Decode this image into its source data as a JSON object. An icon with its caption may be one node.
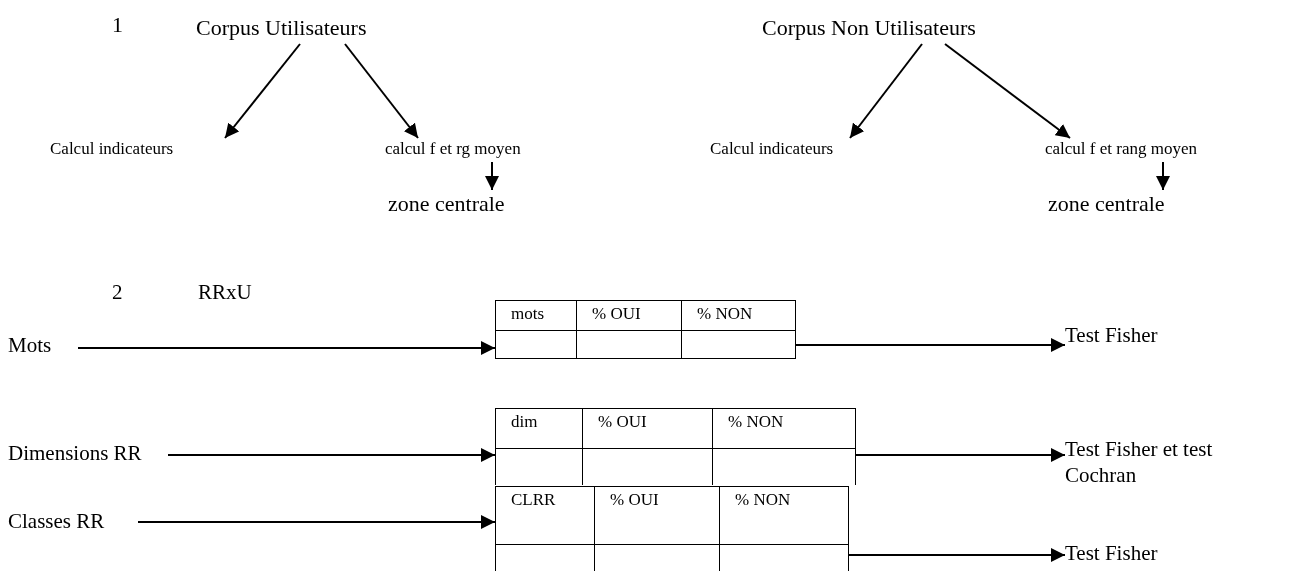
{
  "diagram": {
    "nodes": [
      {
        "text": [
          "Corpus Utilisateurs"
        ]
      },
      {
        "text": [
          "Calcul indicateurs"
        ]
      },
      {
        "text": [
          "calcul f et rg moyen"
        ]
      },
      {
        "text": [
          "zone centrale"
        ]
      },
      {
        "text": [
          "Corpus Non Utilisateurs"
        ]
      },
      {
        "text": [
          "Calcul indicateurs"
        ]
      },
      {
        "text": [
          "calcul f et rang moyen"
        ]
      },
      {
        "text": [
          "zone centrale"
        ]
      },
      {
        "text": [
          "Mots"
        ]
      },
      {
        "text": [
          "mots",
          "% OUI",
          "% NON"
        ]
      },
      {
        "text": [
          "Test Fisher"
        ]
      },
      {
        "text": [
          "Dimensions RR"
        ]
      },
      {
        "text": [
          "dim",
          "% OUI",
          "% NON"
        ]
      },
      {
        "text": [
          "Test Fisher et test Cochran"
        ]
      },
      {
        "text": [
          "Classes RR"
        ]
      },
      {
        "text": [
          "CLRR",
          "% OUI",
          "% NON"
        ]
      },
      {
        "text": [
          "Test Fisher"
        ]
      }
    ],
    "edges": [
      {
        "from": 0,
        "to": 1,
        "arrow": "to"
      },
      {
        "from": 0,
        "to": 2,
        "arrow": "to"
      },
      {
        "from": 2,
        "to": 3,
        "arrow": "to"
      },
      {
        "from": 4,
        "to": 5,
        "arrow": "to"
      },
      {
        "from": 4,
        "to": 6,
        "arrow": "to"
      },
      {
        "from": 6,
        "to": 7,
        "arrow": "to"
      },
      {
        "from": 8,
        "to": 9,
        "arrow": "to"
      },
      {
        "from": 9,
        "to": 10,
        "arrow": "to"
      },
      {
        "from": 11,
        "to": 12,
        "arrow": "to"
      },
      {
        "from": 12,
        "to": 13,
        "arrow": "to"
      },
      {
        "from": 14,
        "to": 15,
        "arrow": "to"
      },
      {
        "from": 15,
        "to": 16,
        "arrow": "to"
      }
    ],
    "labels": [
      "1",
      "2",
      "RRxU"
    ]
  }
}
